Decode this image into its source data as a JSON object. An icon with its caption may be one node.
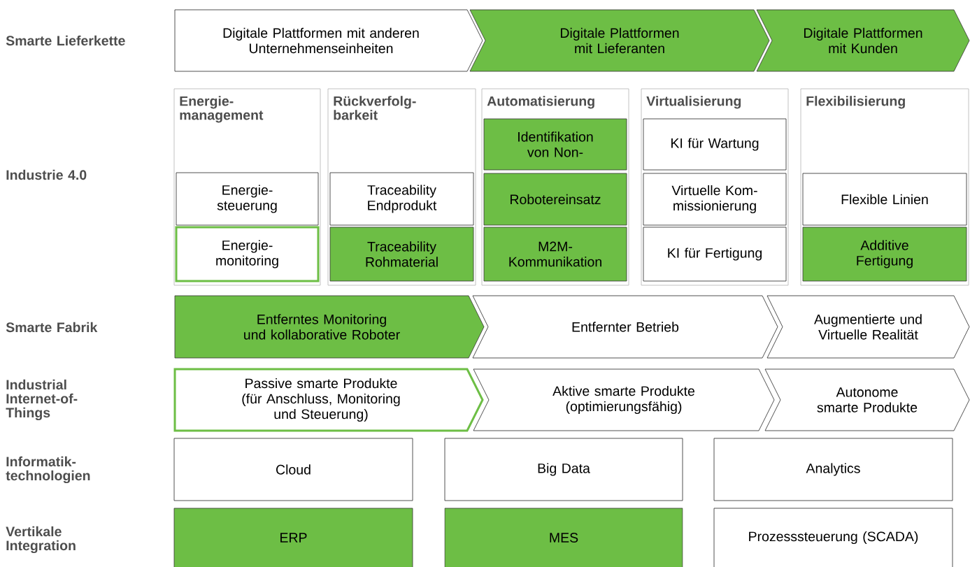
{
  "diagram": {
    "nodes": [
      {
        "text": [
          "Digitale Plattformen mit anderen Unternehmenseinheiten"
        ]
      },
      {
        "text": [
          "Digitale Plattformen mit Lieferanten"
        ]
      },
      {
        "text": [
          "Digitale Plattformen mit Kunden"
        ]
      },
      {
        "text": [
          "Energie- management"
        ]
      },
      {
        "text": [
          "Energie- steuerung"
        ],
        "in": 3
      },
      {
        "text": [
          "Energie- monitoring"
        ],
        "in": 3
      },
      {
        "text": [
          "Rückverfolg- barkeit"
        ]
      },
      {
        "text": [
          "Traceability Endprodukt"
        ],
        "in": 6
      },
      {
        "text": [
          "Traceability Rohmaterial"
        ],
        "in": 6
      },
      {
        "text": [
          "Automatisierung"
        ]
      },
      {
        "text": [
          "Identifikation von Non-"
        ],
        "in": 9
      },
      {
        "text": [
          "Robotereinsatz"
        ],
        "in": 9
      },
      {
        "text": [
          "M2M- Kommunikation"
        ],
        "in": 9
      },
      {
        "text": [
          "Virtualisierung"
        ]
      },
      {
        "text": [
          "KI für Wartung"
        ],
        "in": 13
      },
      {
        "text": [
          "Virtuelle Kom- missionierung"
        ],
        "in": 13
      },
      {
        "text": [
          "KI für Fertigung"
        ],
        "in": 13
      },
      {
        "text": [
          "Flexibilisierung"
        ]
      },
      {
        "text": [
          "Flexible Linien"
        ],
        "in": 17
      },
      {
        "text": [
          "Additive Fertigung"
        ],
        "in": 17
      },
      {
        "text": [
          "Entferntes Monitoring und kollaborative Roboter"
        ]
      },
      {
        "text": [
          "Entfernter Betrieb"
        ]
      },
      {
        "text": [
          "Augmentierte und Virtuelle Realität"
        ]
      },
      {
        "text": [
          "Passive smarte Produkte (für Anschluss, Monitoring und Steuerung)"
        ]
      },
      {
        "text": [
          "Aktive smarte Produkte (optimierungsfähig)"
        ]
      },
      {
        "text": [
          "Autonome smarte Produkte"
        ]
      },
      {
        "text": [
          "Cloud"
        ]
      },
      {
        "text": [
          "Big Data"
        ]
      },
      {
        "text": [
          "Analytics"
        ]
      },
      {
        "text": [
          "ERP"
        ]
      },
      {
        "text": [
          "MES"
        ]
      },
      {
        "text": [
          "Prozesssteuerung (SCADA)"
        ]
      }
    ],
    "labels": [
      "Smarte Lieferkette",
      "Industrie 4.0",
      "Smarte Fabrik",
      "Industrial Internet-of- Things",
      "Informatik- technologien",
      "Vertikale Integration"
    ]
  }
}
